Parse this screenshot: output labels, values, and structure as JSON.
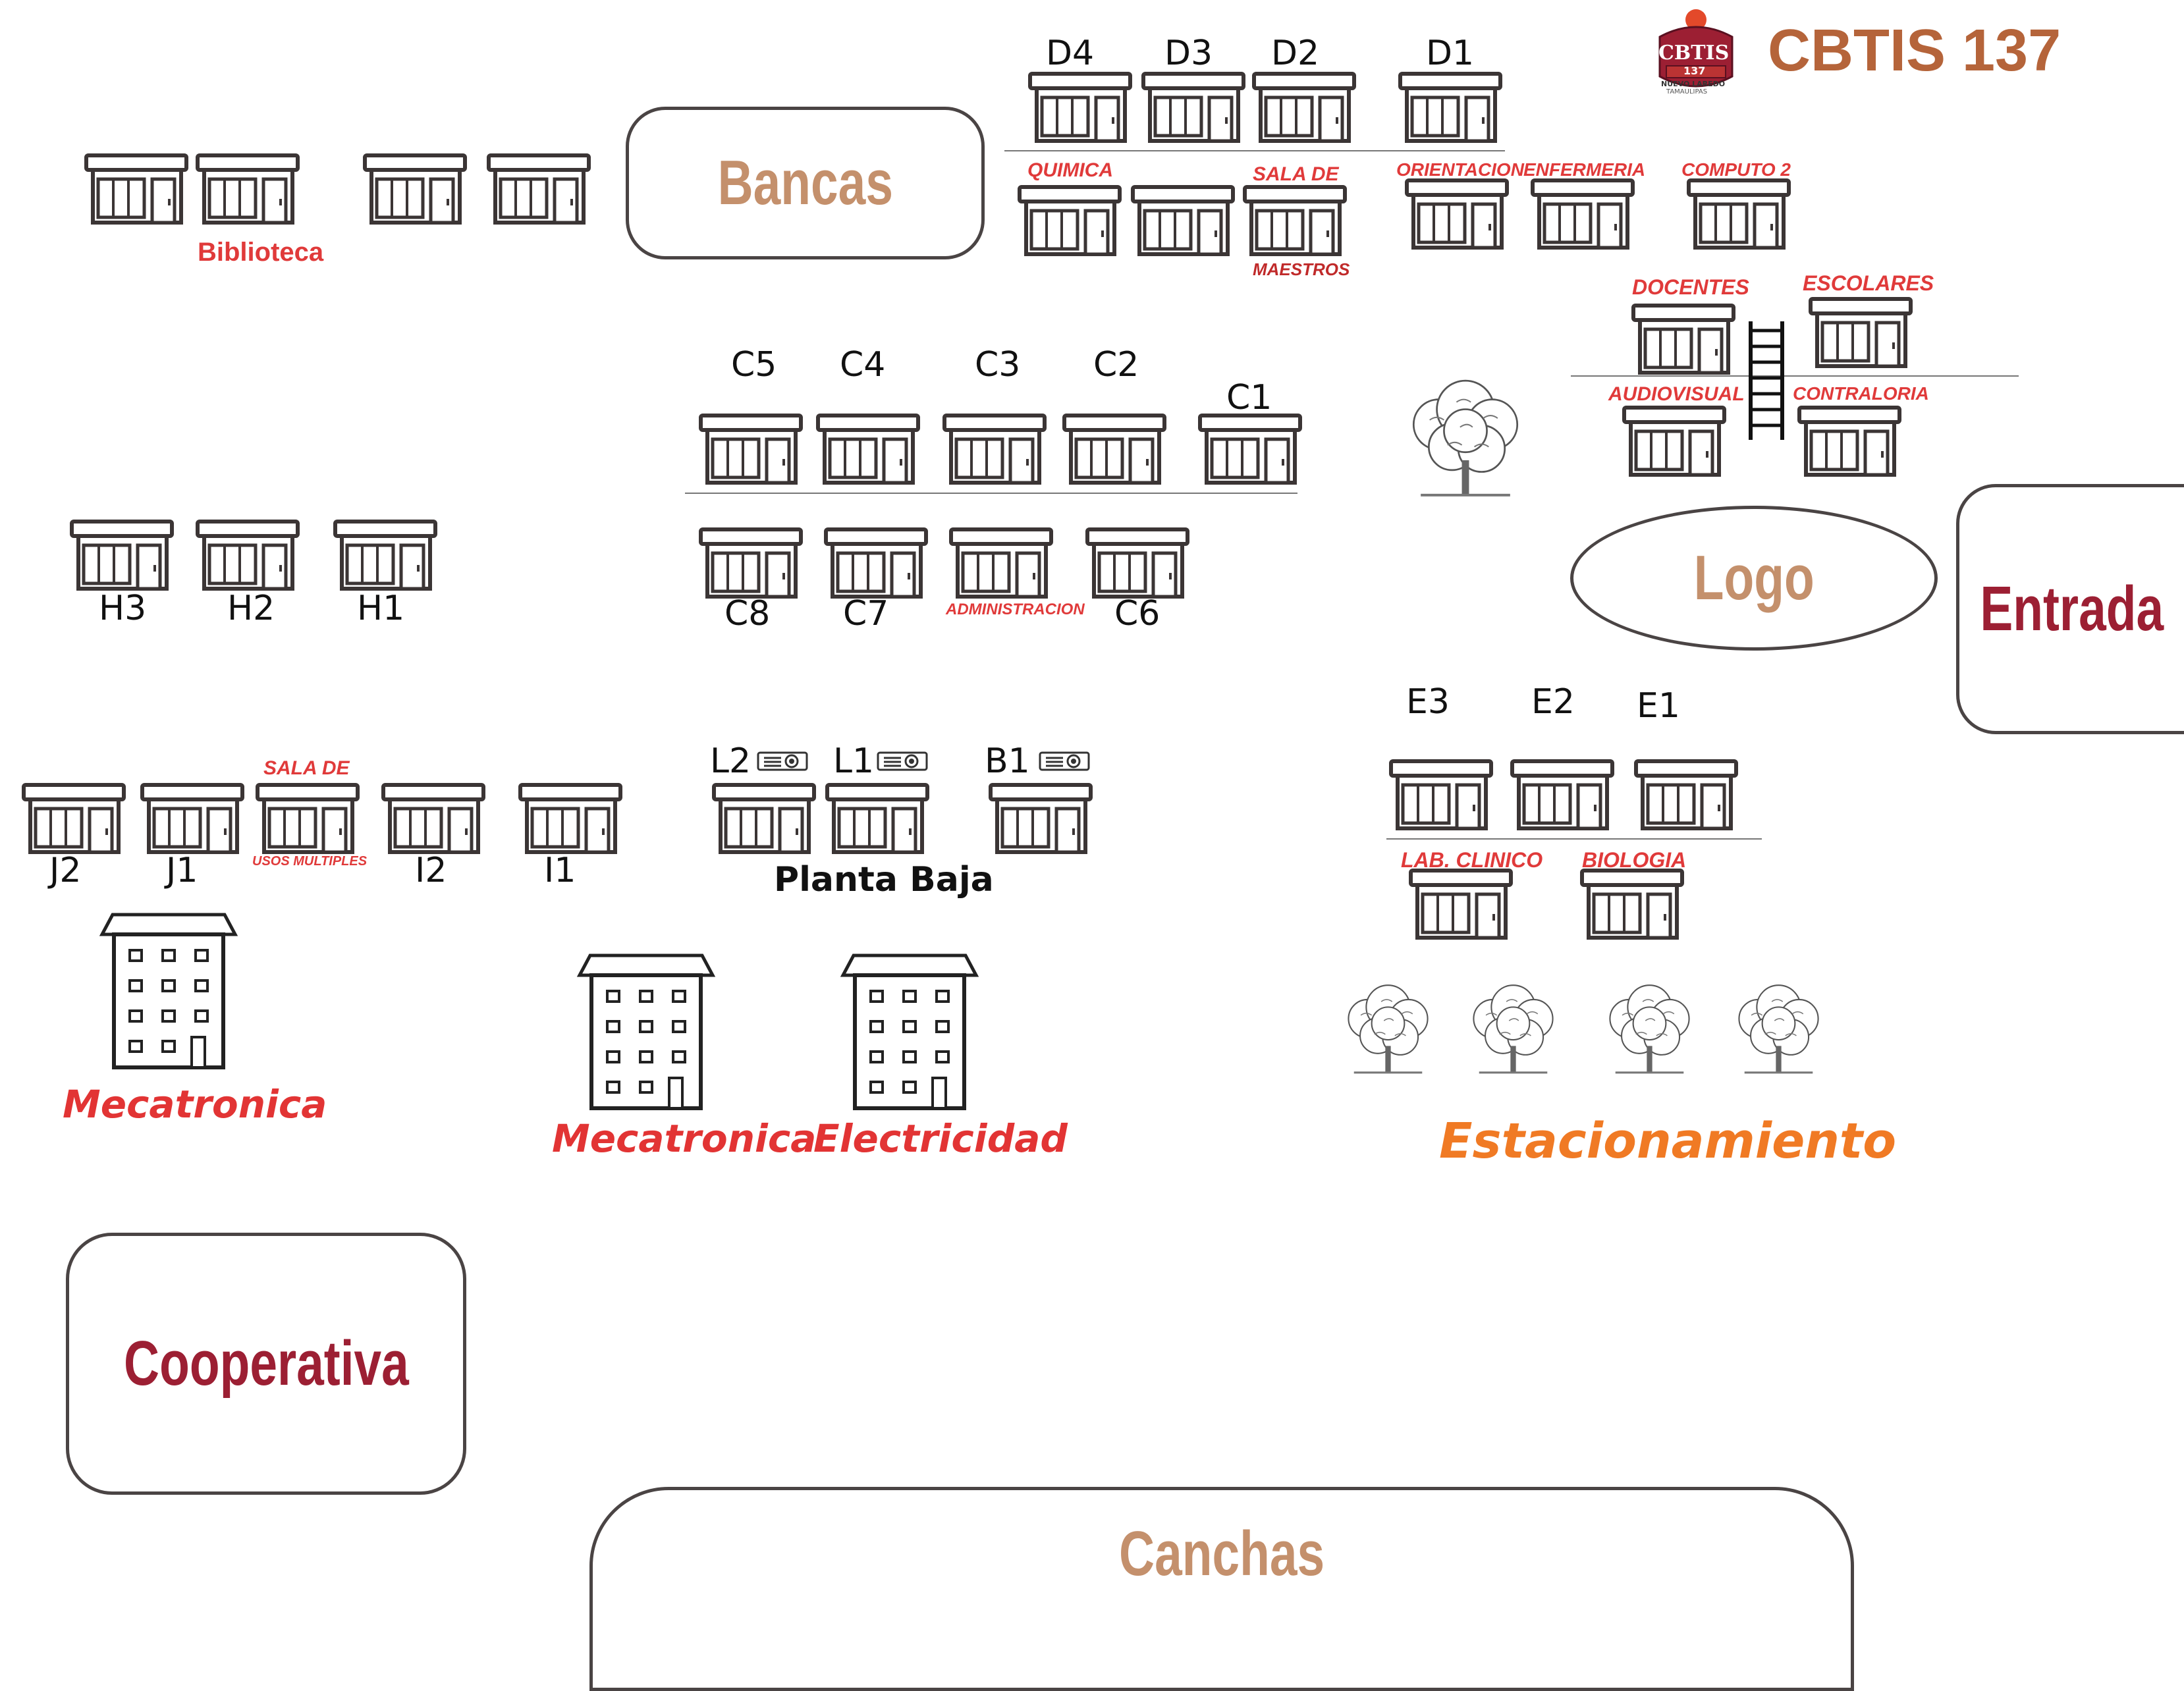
{
  "header": {
    "school_name": "CBTIS 137",
    "logo_text": "CBTIS",
    "logo_number": "137",
    "logo_sub": "NUEVO LAREDO",
    "logo_sub2": "TAMAULIPAS"
  },
  "zones": {
    "bancas": "Bancas",
    "logo": "Logo",
    "entrada": "Entrada",
    "cooperativa": "Cooperativa",
    "canchas": "Canchas"
  },
  "rooms": {
    "d4": "D4",
    "d3": "D3",
    "d2": "D2",
    "d1": "D1",
    "quimica": "QUIMICA",
    "sala_de_maestros_1": "SALA DE",
    "sala_de_maestros_2": "MAESTROS",
    "orientacion": "ORIENTACION",
    "enfermeria": "ENFERMERIA",
    "computo2": "COMPUTO 2",
    "biblioteca": "Biblioteca",
    "docentes": "DOCENTES",
    "escolares": "ESCOLARES",
    "audiovisual": "AUDIOVISUAL",
    "contraloria": "CONTRALORIA",
    "c5": "C5",
    "c4": "C4",
    "c3": "C3",
    "c2": "C2",
    "c1": "C1",
    "c8": "C8",
    "c7": "C7",
    "administracion": "ADMINISTRACION",
    "c6": "C6",
    "h3": "H3",
    "h2": "H2",
    "h1": "H1",
    "e3": "E3",
    "e2": "E2",
    "e1": "E1",
    "lab_clinico": "LAB. CLINICO",
    "biologia": "BIOLOGIA",
    "j2": "J2",
    "j1": "J1",
    "sala_usos_1": "SALA DE",
    "sala_usos_2": "USOS MULTIPLES",
    "i2": "I2",
    "i1": "I1",
    "l2": "L2",
    "l1": "L1",
    "b1": "B1",
    "planta_baja": "Planta Baja"
  },
  "buildings": {
    "mecatronica_1": "Mecatronica",
    "mecatronica_2": "Mecatronica",
    "electricidad": "Electricidad",
    "estacionamiento": "Estacionamiento"
  },
  "colors": {
    "zone_brown": "#c4906c",
    "zone_maroon": "#9c1f33",
    "room_red": "#e03a3a",
    "parking_orange": "#f07a24",
    "building_red": "#e23434"
  }
}
